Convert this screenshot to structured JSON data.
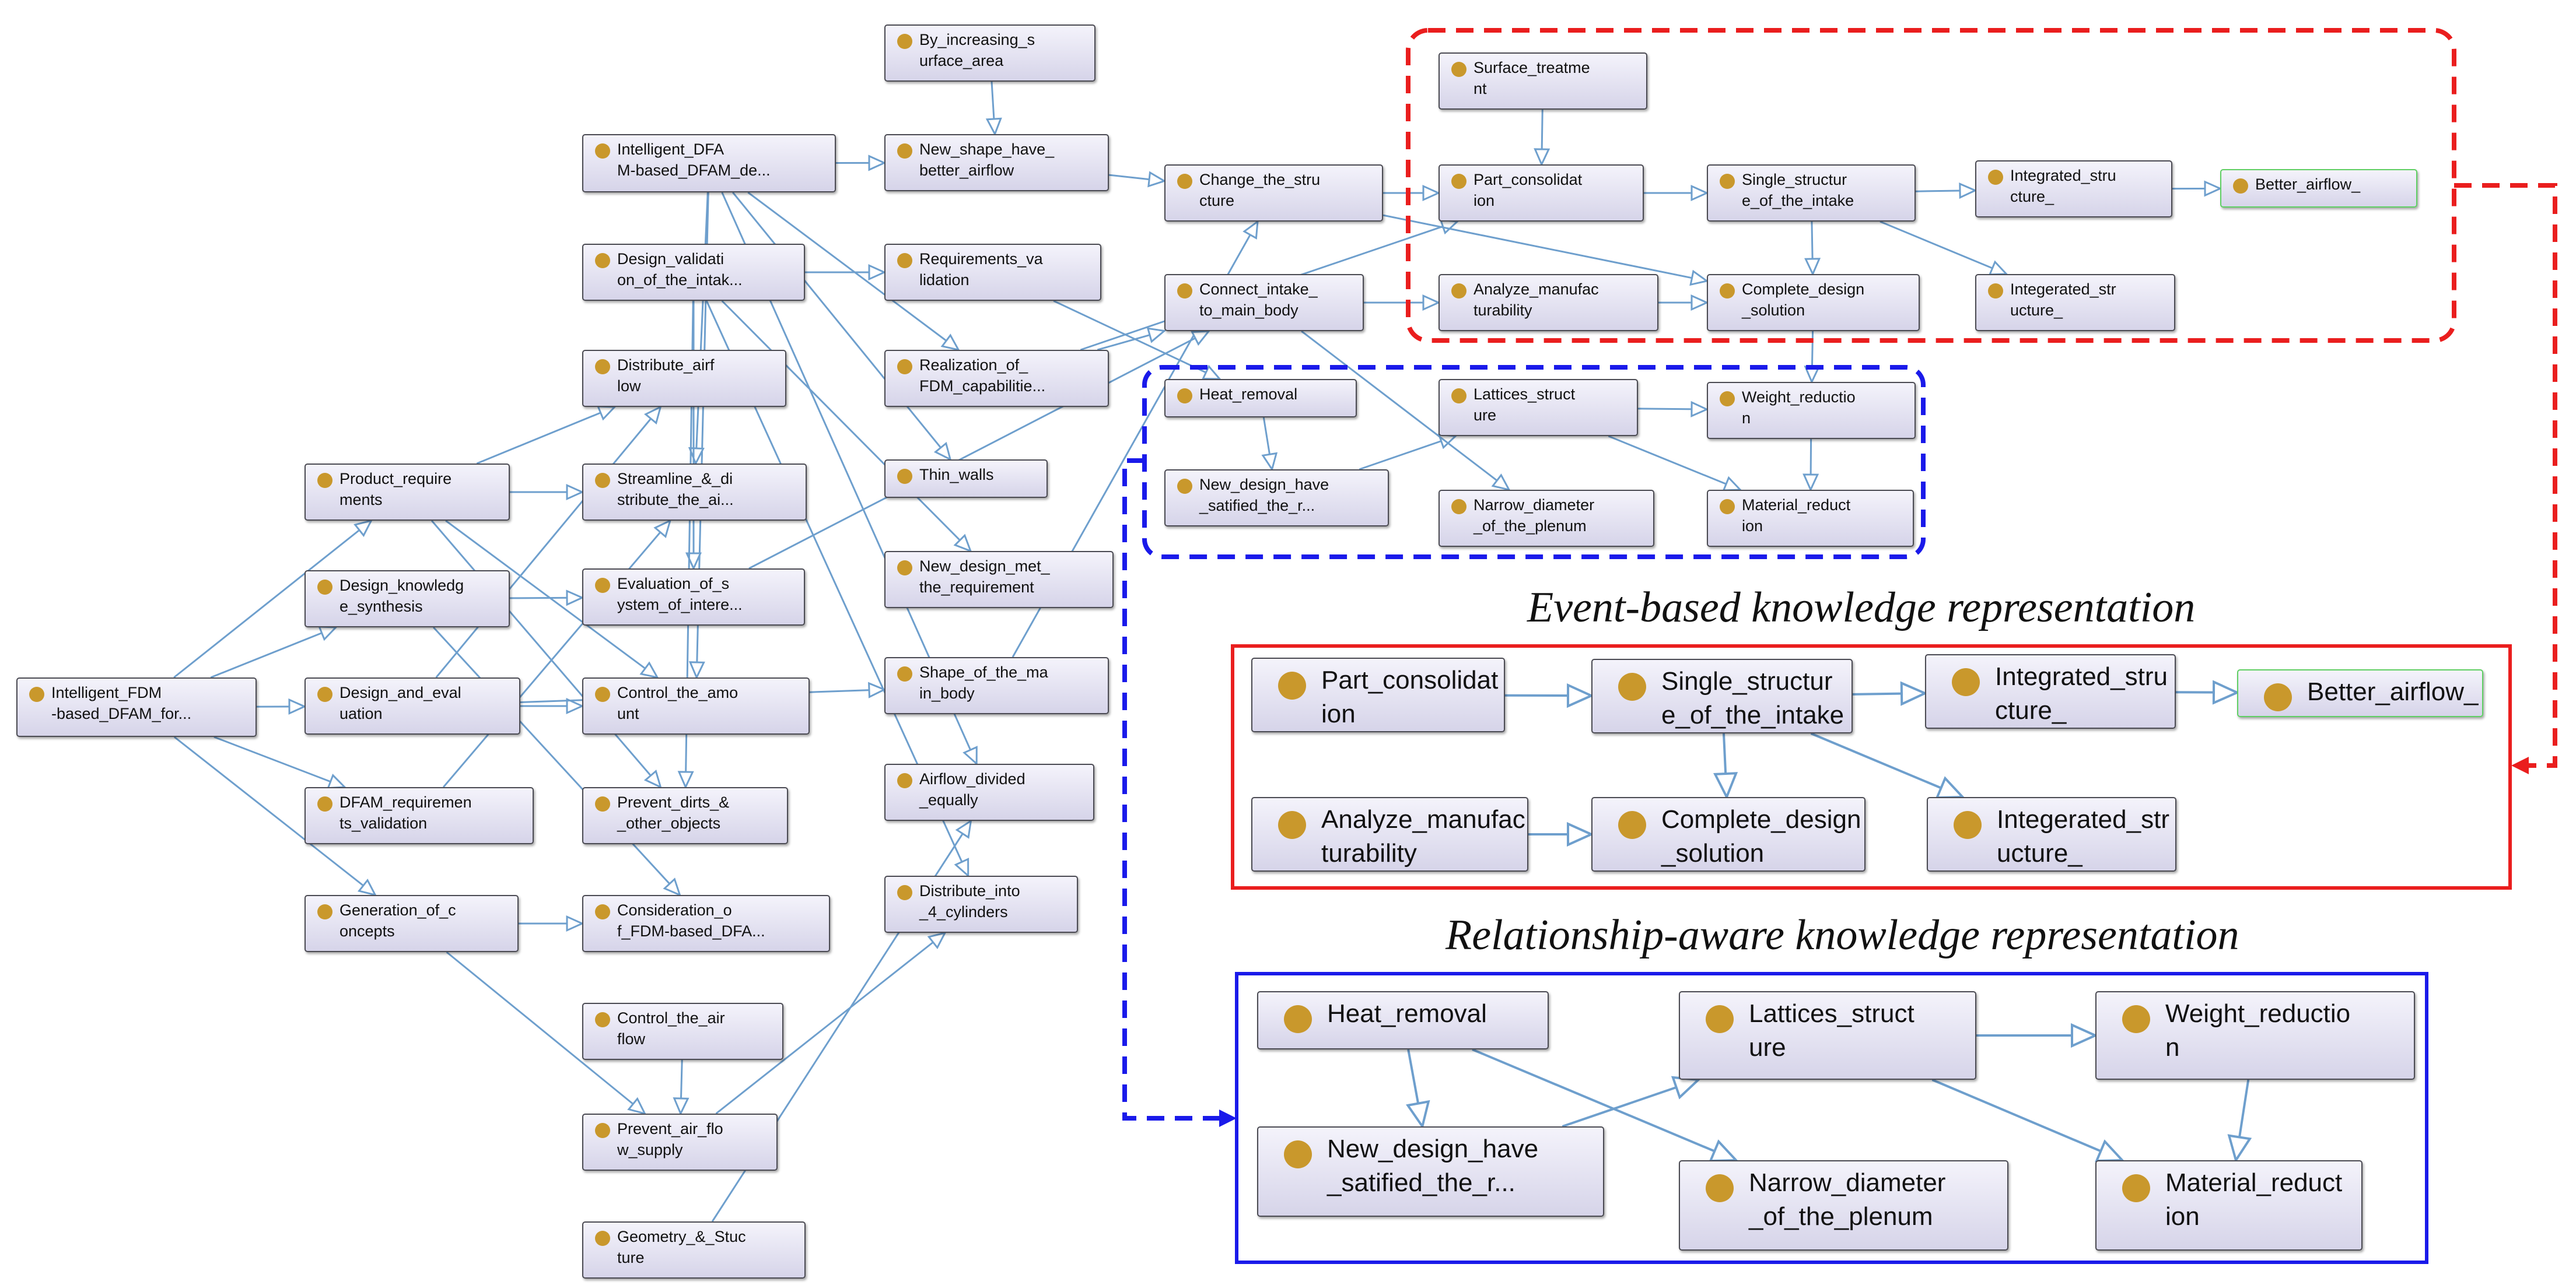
{
  "colors": {
    "edge": "#6e9fcd",
    "node_dot": "#c9982c",
    "highlight_border": "#5fcf63",
    "event_group": "#ea1e1e",
    "relationship_group": "#1a1aea"
  },
  "captions": {
    "event": "Event-based knowledge representation",
    "relationship": "Relationship-aware knowledge representation"
  },
  "graph": {
    "nodes": [
      {
        "id": "intelligent_fdm",
        "label": "Intelligent_FDM\n-based_DFAM_for..."
      },
      {
        "id": "product_req",
        "label": "Product_requirе\nments"
      },
      {
        "id": "design_knowledge",
        "label": "Design_knowledg\ne_synthesis"
      },
      {
        "id": "design_eval",
        "label": "Design_and_eval\nuation"
      },
      {
        "id": "dfam_req_val",
        "label": "DFAM_requiremen\nts_validation"
      },
      {
        "id": "generation",
        "label": "Generation_of_c\noncepts"
      },
      {
        "id": "intelligent_dfa",
        "label": "Intelligent_DFA\nM-based_DFAM_de..."
      },
      {
        "id": "design_validation",
        "label": "Design_validati\non_of_the_intak..."
      },
      {
        "id": "distribute_airflow",
        "label": "Distribute_airf\nlow"
      },
      {
        "id": "streamline",
        "label": "Streamline_&_di\nstribute_the_ai..."
      },
      {
        "id": "evaluation_system",
        "label": "Evaluation_of_s\nystem_of_intere..."
      },
      {
        "id": "control_amount",
        "label": "Control_the_amo\nunt"
      },
      {
        "id": "prevent_dirts",
        "label": "Prevent_dirts_&\n_other_objects"
      },
      {
        "id": "consideration",
        "label": "Consideration_o\nf_FDM-based_DFA..."
      },
      {
        "id": "control_airflow",
        "label": "Control_the_air\nflow"
      },
      {
        "id": "prevent_air",
        "label": "Prevent_air_flo\nw_supply"
      },
      {
        "id": "geometry",
        "label": "Geometry_&_Stuc\nture"
      },
      {
        "id": "by_increasing",
        "label": "By_increasing_s\nurface_area"
      },
      {
        "id": "new_shape",
        "label": "New_shape_have_\nbetter_airflow"
      },
      {
        "id": "req_validation",
        "label": "Requirements_va\nlidation"
      },
      {
        "id": "realization",
        "label": "Realization_of_\nFDM_capabilitie..."
      },
      {
        "id": "thin_walls",
        "label": "Thin_walls"
      },
      {
        "id": "new_design_met",
        "label": "New_design_met_\nthe_requirement"
      },
      {
        "id": "shape_main",
        "label": "Shape_of_the_ma\nin_body"
      },
      {
        "id": "airflow_divided",
        "label": "Airflow_divided\n_equally"
      },
      {
        "id": "distribute_into",
        "label": "Distribute_into\n_4_cylinders"
      },
      {
        "id": "change_structure",
        "label": "Change_the_stru\ncture"
      },
      {
        "id": "connect_intake",
        "label": "Connect_intake_\nto_main_body"
      },
      {
        "id": "heat_removal",
        "label": "Heat_removal"
      },
      {
        "id": "new_design_have",
        "label": "New_design_have\n_satified_the_r..."
      },
      {
        "id": "surface_treatment",
        "label": "Surface_treatme\nnt"
      },
      {
        "id": "part_consolidation",
        "label": "Part_consolidat\nion"
      },
      {
        "id": "analyze_manufac",
        "label": "Analyze_manufac\nturability"
      },
      {
        "id": "lattices",
        "label": "Lattices_struct\nure"
      },
      {
        "id": "narrow_diameter",
        "label": "Narrow_diameter\n_of_the_plenum"
      },
      {
        "id": "single_structure",
        "label": "Single_structur\ne_of_the_intake"
      },
      {
        "id": "complete_design",
        "label": "Complete_design\n_solution"
      },
      {
        "id": "weight_reduction",
        "label": "Weight_reductio\nn"
      },
      {
        "id": "material_reduction",
        "label": "Material_reduct\nion"
      },
      {
        "id": "integrated_structure",
        "label": "Integrated_stru\ncture_"
      },
      {
        "id": "integerated_structure",
        "label": "Integerated_str\nucture_"
      },
      {
        "id": "better_airflow",
        "label": "Better_airflow_"
      }
    ]
  },
  "event_panel": {
    "nodes": [
      {
        "id": "part_consolidation",
        "label": "Part_consolidat\nion"
      },
      {
        "id": "single_structure",
        "label": "Single_structur\ne_of_the_intake"
      },
      {
        "id": "integrated_structure",
        "label": "Integrated_stru\ncture_"
      },
      {
        "id": "better_airflow",
        "label": "Better_airflow_"
      },
      {
        "id": "analyze_manufac",
        "label": "Analyze_manufac\nturability"
      },
      {
        "id": "complete_design",
        "label": "Complete_design\n_solution"
      },
      {
        "id": "integerated_structure",
        "label": "Integerated_str\nucture_"
      }
    ]
  },
  "relationship_panel": {
    "nodes": [
      {
        "id": "heat_removal",
        "label": "Heat_removal"
      },
      {
        "id": "lattices",
        "label": "Lattices_struct\nure"
      },
      {
        "id": "weight_reduction",
        "label": "Weight_reductio\nn"
      },
      {
        "id": "new_design_have",
        "label": "New_design_have\n_satified_the_r..."
      },
      {
        "id": "narrow_diameter",
        "label": "Narrow_diameter\n_of_the_plenum"
      },
      {
        "id": "material_reduction",
        "label": "Material_reduct\nion"
      }
    ]
  }
}
